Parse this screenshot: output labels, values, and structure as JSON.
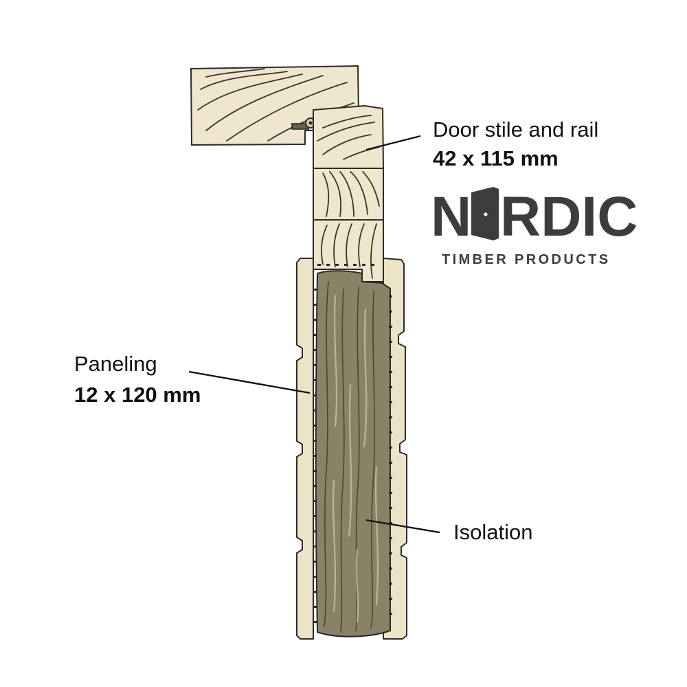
{
  "labels": {
    "stile_name": "Door stile and rail",
    "stile_dim": "42 x 115 mm",
    "paneling_name": "Paneling",
    "paneling_dim": "12 x 120 mm",
    "isolation_name": "Isolation"
  },
  "brand": {
    "name_prefix": "N",
    "name_suffix": "RDIC",
    "tagline": "TIMBER PRODUCTS",
    "logo_icon": "door-icon",
    "color": "#3c3c3c"
  },
  "colors": {
    "wood": "#efe6cd",
    "insulation": "#8a8266",
    "text": "#111111"
  }
}
